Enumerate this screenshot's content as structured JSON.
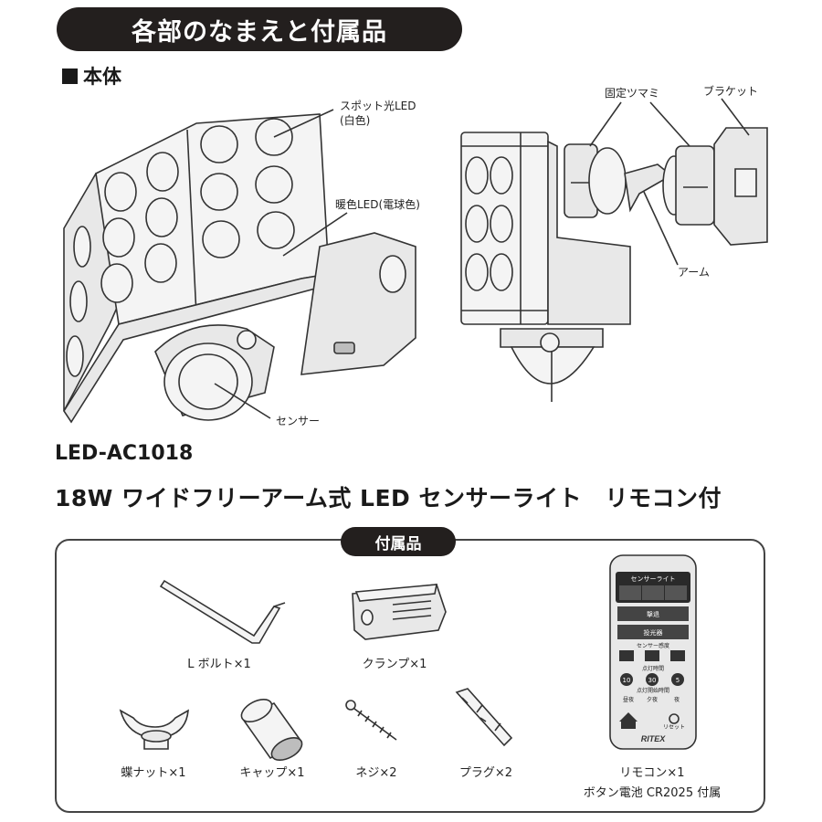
{
  "header": {
    "title": "各部のなまえと付属品"
  },
  "body_section": {
    "heading": "本体"
  },
  "callouts": {
    "spot_led": "スポット光LED",
    "spot_led_sub": "(白色)",
    "warm_led": "暖色LED(電球色)",
    "sensor": "センサー",
    "knob": "固定ツマミ",
    "bracket": "ブラケット",
    "arm": "アーム"
  },
  "product": {
    "model": "LED-AC1018",
    "name": "18W ワイドフリーアーム式 LED センサーライト　リモコン付"
  },
  "accessories": {
    "heading": "付属品",
    "items": [
      {
        "label": "L ボルト×1"
      },
      {
        "label": "クランプ×1"
      },
      {
        "label": "蝶ナット×1"
      },
      {
        "label": "キャップ×1"
      },
      {
        "label": "ネジ×2"
      },
      {
        "label": "プラグ×2"
      },
      {
        "label": "リモコン×1"
      }
    ],
    "remote_note": "ボタン電池 CR2025 付属"
  },
  "remote": {
    "header": "センサーライト",
    "btn_1": "撃退",
    "btn_2": "投光器",
    "sens_label": "センサー感度",
    "time_label": "点灯時間",
    "time_values": [
      "10",
      "30",
      "5"
    ],
    "start_label": "点灯開始時間",
    "modes": [
      "昼夜",
      "夕夜",
      "夜"
    ],
    "reset": "リセット",
    "brand": "RITEX"
  }
}
